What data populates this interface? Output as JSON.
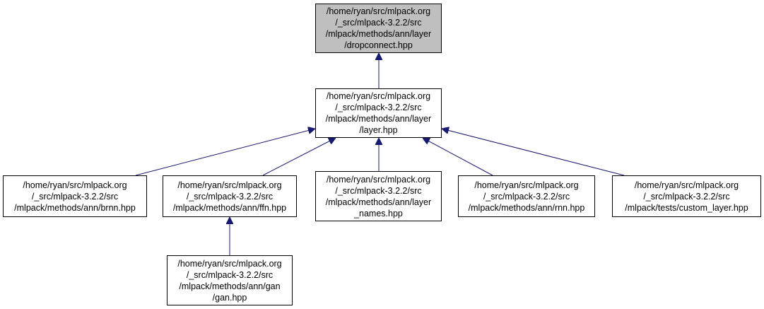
{
  "colors": {
    "edge": "#191970",
    "root_fill": "#bfbfbf",
    "node_fill": "#ffffff",
    "node_border": "#000000"
  },
  "nodes": [
    {
      "id": "n0",
      "lines": [
        "/home/ryan/src/mlpack.org",
        "/_src/mlpack-3.2.2/src",
        "/mlpack/methods/ann/layer",
        "/dropconnect.hpp"
      ]
    },
    {
      "id": "n1",
      "lines": [
        "/home/ryan/src/mlpack.org",
        "/_src/mlpack-3.2.2/src",
        "/mlpack/methods/ann/layer",
        "/layer.hpp"
      ]
    },
    {
      "id": "n2",
      "lines": [
        "/home/ryan/src/mlpack.org",
        "/_src/mlpack-3.2.2/src",
        "/mlpack/methods/ann/brnn.hpp"
      ]
    },
    {
      "id": "n3",
      "lines": [
        "/home/ryan/src/mlpack.org",
        "/_src/mlpack-3.2.2/src",
        "/mlpack/methods/ann/ffn.hpp"
      ]
    },
    {
      "id": "n4",
      "lines": [
        "/home/ryan/src/mlpack.org",
        "/_src/mlpack-3.2.2/src",
        "/mlpack/methods/ann/layer",
        "_names.hpp"
      ]
    },
    {
      "id": "n5",
      "lines": [
        "/home/ryan/src/mlpack.org",
        "/_src/mlpack-3.2.2/src",
        "/mlpack/methods/ann/rnn.hpp"
      ]
    },
    {
      "id": "n6",
      "lines": [
        "/home/ryan/src/mlpack.org",
        "/_src/mlpack-3.2.2/src",
        "/mlpack/tests/custom_layer.hpp"
      ]
    },
    {
      "id": "n7",
      "lines": [
        "/home/ryan/src/mlpack.org",
        "/_src/mlpack-3.2.2/src",
        "/mlpack/methods/ann/gan",
        "/gan.hpp"
      ]
    }
  ],
  "edges": [
    {
      "from": "n1",
      "to": "n0"
    },
    {
      "from": "n2",
      "to": "n1"
    },
    {
      "from": "n3",
      "to": "n1"
    },
    {
      "from": "n4",
      "to": "n1"
    },
    {
      "from": "n5",
      "to": "n1"
    },
    {
      "from": "n6",
      "to": "n1"
    },
    {
      "from": "n7",
      "to": "n3"
    }
  ]
}
